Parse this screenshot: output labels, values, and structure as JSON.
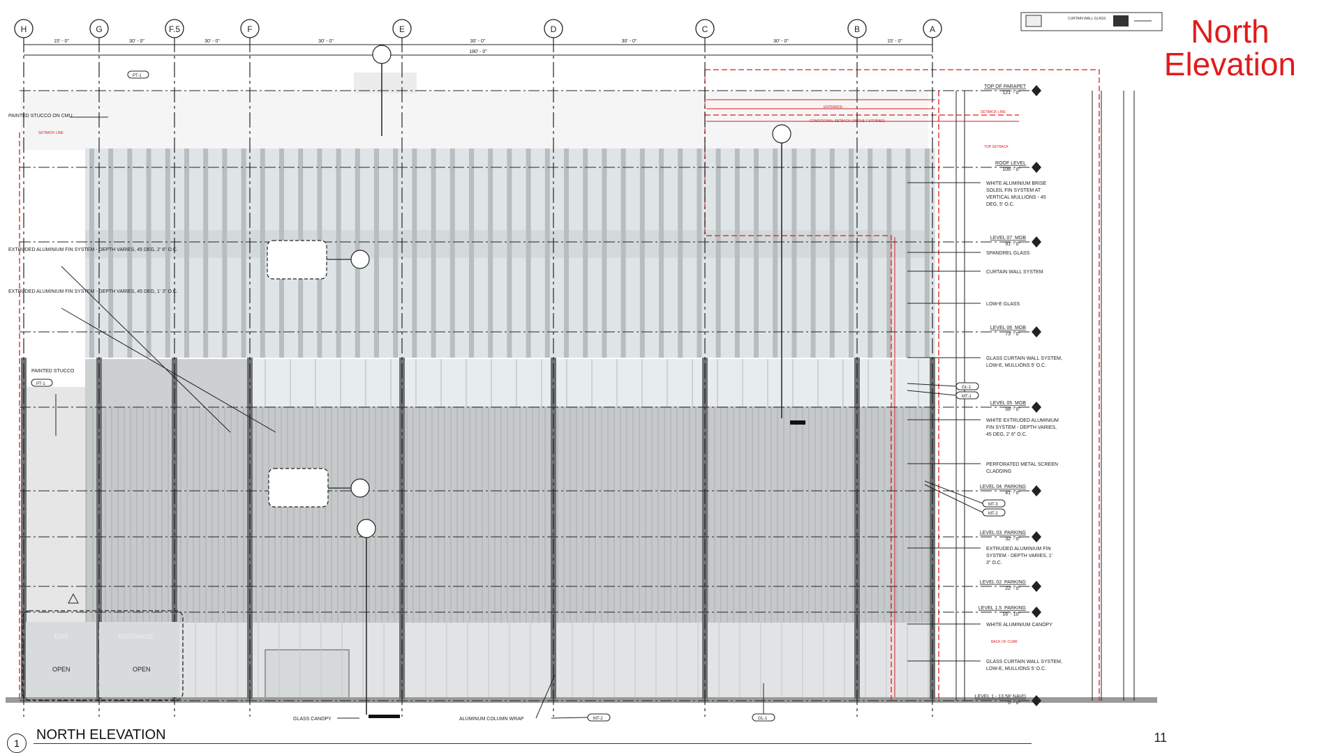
{
  "slide": {
    "title_line1": "North",
    "title_line2": "Elevation",
    "drawing_number": "1",
    "drawing_title": "NORTH ELEVATION",
    "page_number": "11",
    "colors": {
      "title": "#e01b1b",
      "setback": "#e01b1b",
      "linework": "#222222",
      "facade": "#c9cccd",
      "glass": "#dde4e6"
    }
  },
  "legend": [
    {
      "swatch": "light",
      "label": "CURTAIN WALL GLASS"
    },
    {
      "swatch": "dark",
      "label": ""
    }
  ],
  "grid_bubbles": [
    "H",
    "G",
    "F.5",
    "F",
    "E",
    "D",
    "C",
    "B",
    "A"
  ],
  "grid_dims": [
    "15' - 0\"",
    "30' - 0\"",
    "30' - 0\"",
    "30' - 0\"",
    "30' - 0\"",
    "30' - 0\"",
    "30' - 0\"",
    "15' - 0\""
  ],
  "overall_dim": "180' - 0\"",
  "levels": [
    {
      "name": "TOP OF PARAPET",
      "elev": "121' - 0\""
    },
    {
      "name": "ROOF LEVEL",
      "elev": "106' - 0\""
    },
    {
      "name": "LEVEL 07_MOB",
      "elev": "91' - 0\""
    },
    {
      "name": "LEVEL 06_MOB",
      "elev": "73' - 0\""
    },
    {
      "name": "LEVEL 05_MOB",
      "elev": "58' - 0\""
    },
    {
      "name": "LEVEL 04_PARKING",
      "elev": "41' - 0\""
    },
    {
      "name": "LEVEL 03_PARKING",
      "elev": "32' - 0\""
    },
    {
      "name": "LEVEL 02_PARKING",
      "elev": "22' - 0\""
    },
    {
      "name": "LEVEL 1.5_PARKING",
      "elev": "16' - 10\""
    },
    {
      "name": "LEVEL 1 - 13.58' NAVD",
      "elev": "0' - 0\""
    }
  ],
  "right_notes": [
    "WHITE ALUMINIUM BRISE SOLEIL FIN SYSTEM AT VERTICAL MULLIONS - 45 DEG, 5' O.C.",
    "SPANDREL GLASS",
    "CURTAIN WALL SYSTEM",
    "LOW-E GLASS",
    "GLASS CURTAIN WALL SYSTEM, LOW-E, MULLIONS 5' O.C.",
    "WHITE EXTRUDED ALUMINIUM FIN SYSTEM - DEPTH VARIES, 45 DEG, 2' 6\" O.C.",
    "PERFORATED METAL SCREEN CLADDING",
    "EXTRUDED ALUMINIUM FIN SYSTEM - DEPTH VARIES, 1' 3\" O.C.",
    "WHITE ALUMINIUM CANOPY",
    "GLASS CURTAIN WALL SYSTEM, LOW-E, MULLIONS 5' O.C."
  ],
  "left_notes": [
    "PAINTED STUCCO ON CMU",
    "SETBACK LINE",
    "EXTRUDED ALUMINIUM FIN SYSTEM - DEPTH VARIES, 45 DEG, 2' 6\" O.C.",
    "EXTRUDED ALUMINIUM FIN SYSTEM - DEPTH VARIES, 45 DEG, 1' 3\" O.C.",
    "PAINTED STUCCO"
  ],
  "bottom_notes": [
    "GLASS CANOPY",
    "ALUMINUM COLUMN WRAP"
  ],
  "storefront_labels": {
    "exit": "EXIT",
    "entrance": "ENTRANCE",
    "open1": "OPEN",
    "open2": "OPEN"
  },
  "tags": {
    "pt1_top": "PT-1",
    "pt1_left": "PT-1",
    "gl1": "GL-1",
    "mt1": "MT-1",
    "mt2": "MT-2",
    "mt3": "MT-3",
    "mt2_bottom": "MT-2",
    "gl1_bottom": "GL-1"
  },
  "setback_notes": {
    "setback_line_right": "SETBACK LINE",
    "top_setback": "TOP SETBACK",
    "conditional": "CONDITIONAL SETBACK (ABOVE 7 STORIES)",
    "entrance": "ENTRANCE",
    "back_of_curb": "BACK OF CURB"
  }
}
